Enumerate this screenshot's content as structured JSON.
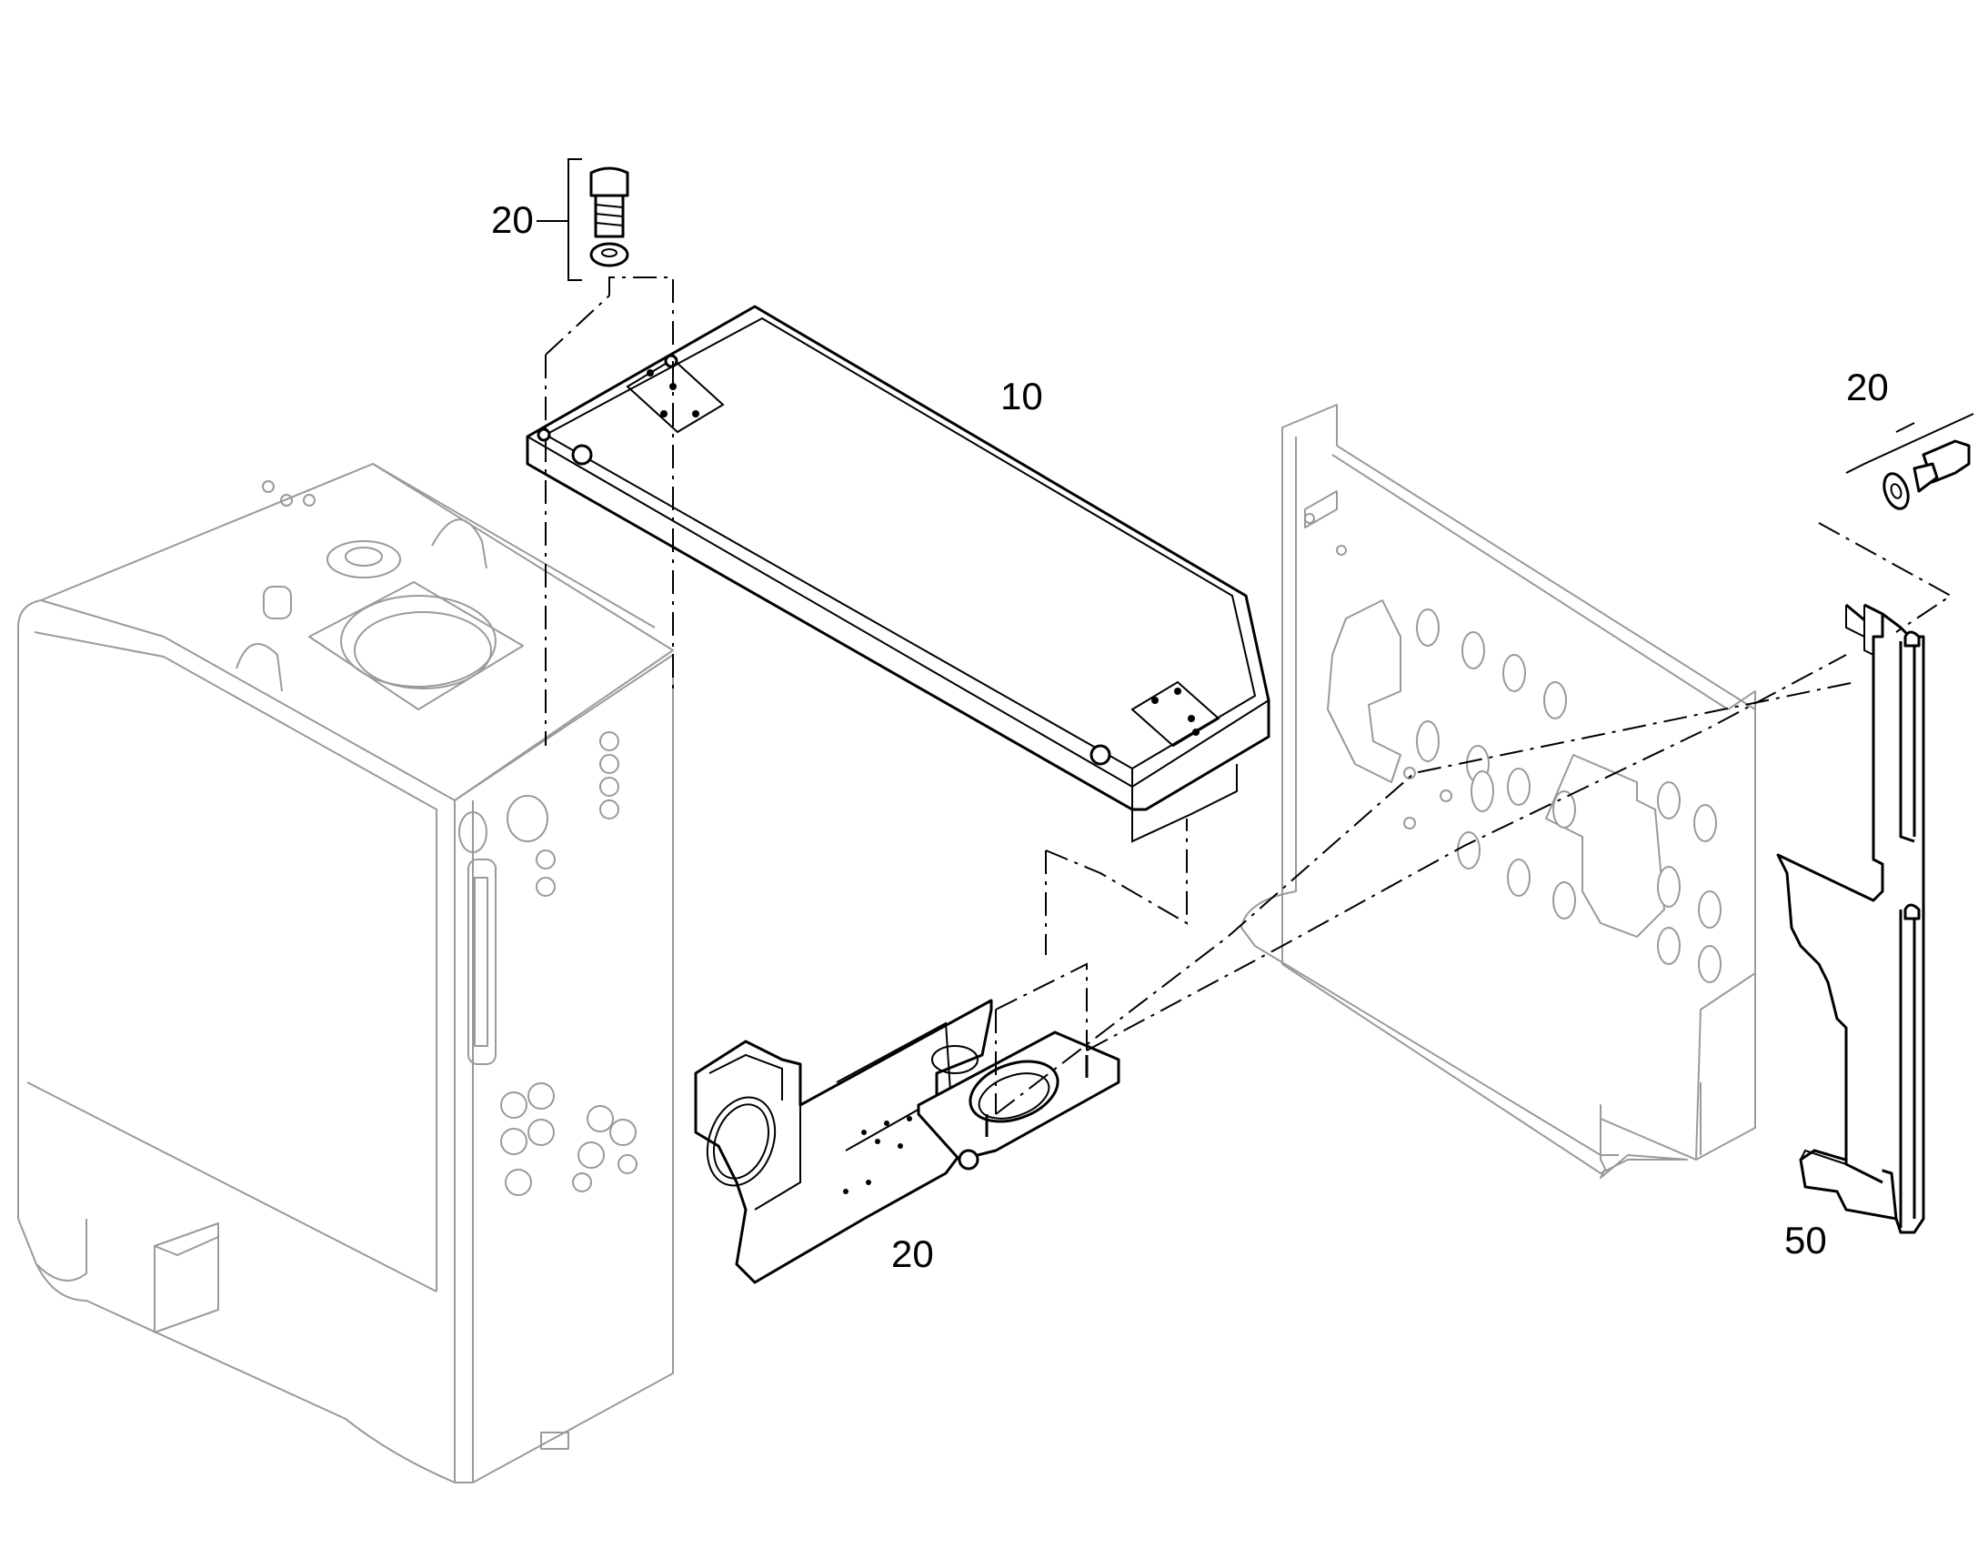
{
  "callouts": {
    "bolt_set_top": "20",
    "plate": "10",
    "bolt_set_right": "20",
    "bracket": "20",
    "cover_strip": "50"
  },
  "colors": {
    "line": "#000000",
    "ghost_line": "#9a9a9a",
    "background": "#ffffff"
  }
}
